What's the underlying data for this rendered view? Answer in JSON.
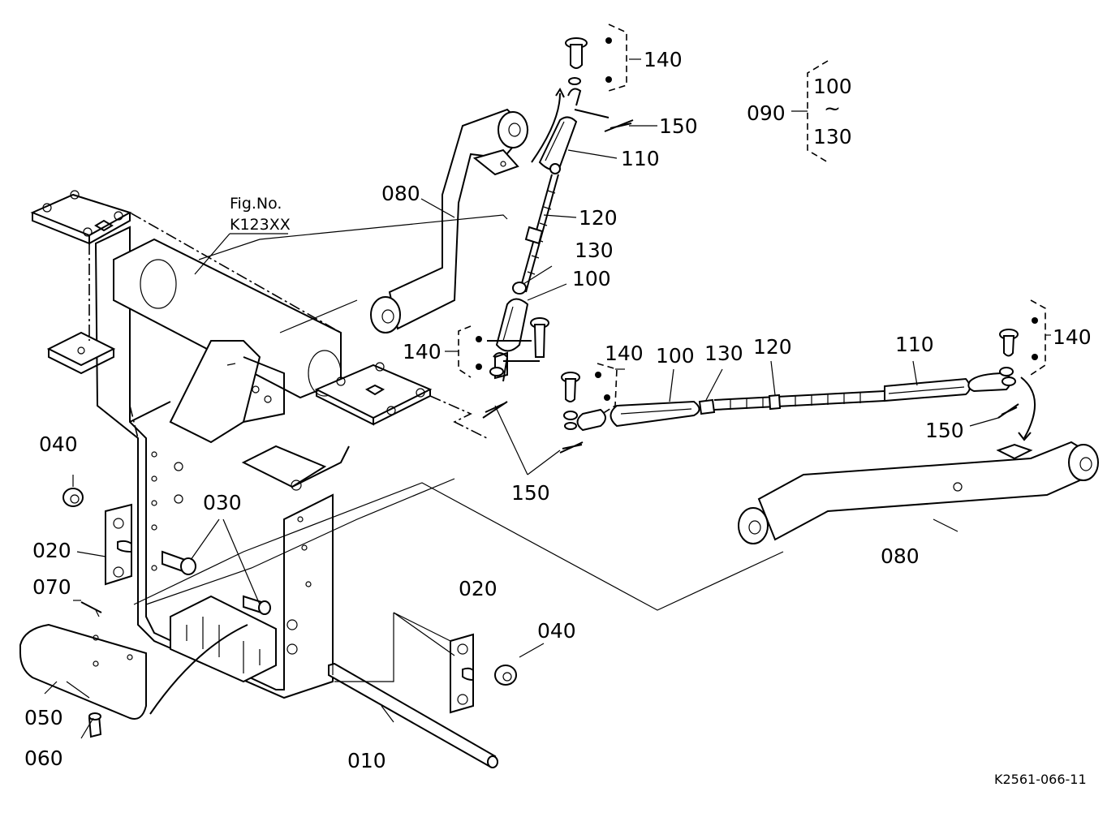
{
  "reference": {
    "fig_no_line1": "Fig.No.",
    "fig_no_line2": "K123XX",
    "drawing_code": "K2561-066-11"
  },
  "assembly_group": {
    "number": "090",
    "range_start": "100",
    "range_symbol": "~",
    "range_end": "130"
  },
  "parts": {
    "p010": "010",
    "p020a": "020",
    "p020b": "020",
    "p030": "030",
    "p040a": "040",
    "p040b": "040",
    "p050": "050",
    "p060": "060",
    "p070": "070",
    "p080a": "080",
    "p080b": "080",
    "p100a": "100",
    "p100b": "100",
    "p110a": "110",
    "p110b": "110",
    "p120a": "120",
    "p120b": "120",
    "p130a": "130",
    "p130b": "130",
    "p140a": "140",
    "p140b": "140",
    "p140c": "140",
    "p140d": "140",
    "p150a": "150",
    "p150b": "150",
    "p150c": "150"
  }
}
